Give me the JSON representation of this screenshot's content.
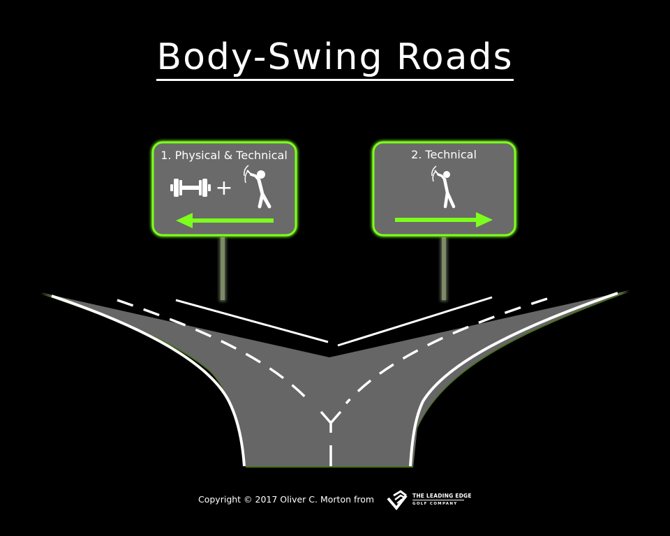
{
  "title": "Body-Swing Roads",
  "signs": {
    "left": {
      "label": "1. Physical & Technical",
      "plus": "+",
      "icons": [
        "dumbbell-icon",
        "golfer-icon"
      ],
      "arrow": "left"
    },
    "right": {
      "label": "2. Technical",
      "icons": [
        "golfer-icon"
      ],
      "arrow": "right"
    }
  },
  "road_marking": "Y",
  "footer": {
    "credit": "Copyright © 2017  Oliver C. Morton from",
    "brand_name": "THE LEADING EDGE",
    "brand_sub": "GOLF COMPANY"
  },
  "colors": {
    "background": "#000000",
    "sign_fill": "#6a6a6a",
    "sign_border": "#7dff1e",
    "road": "#666666",
    "road_edge": "#4e7a1e",
    "marking": "#ffffff",
    "post": "#6f7a60"
  }
}
